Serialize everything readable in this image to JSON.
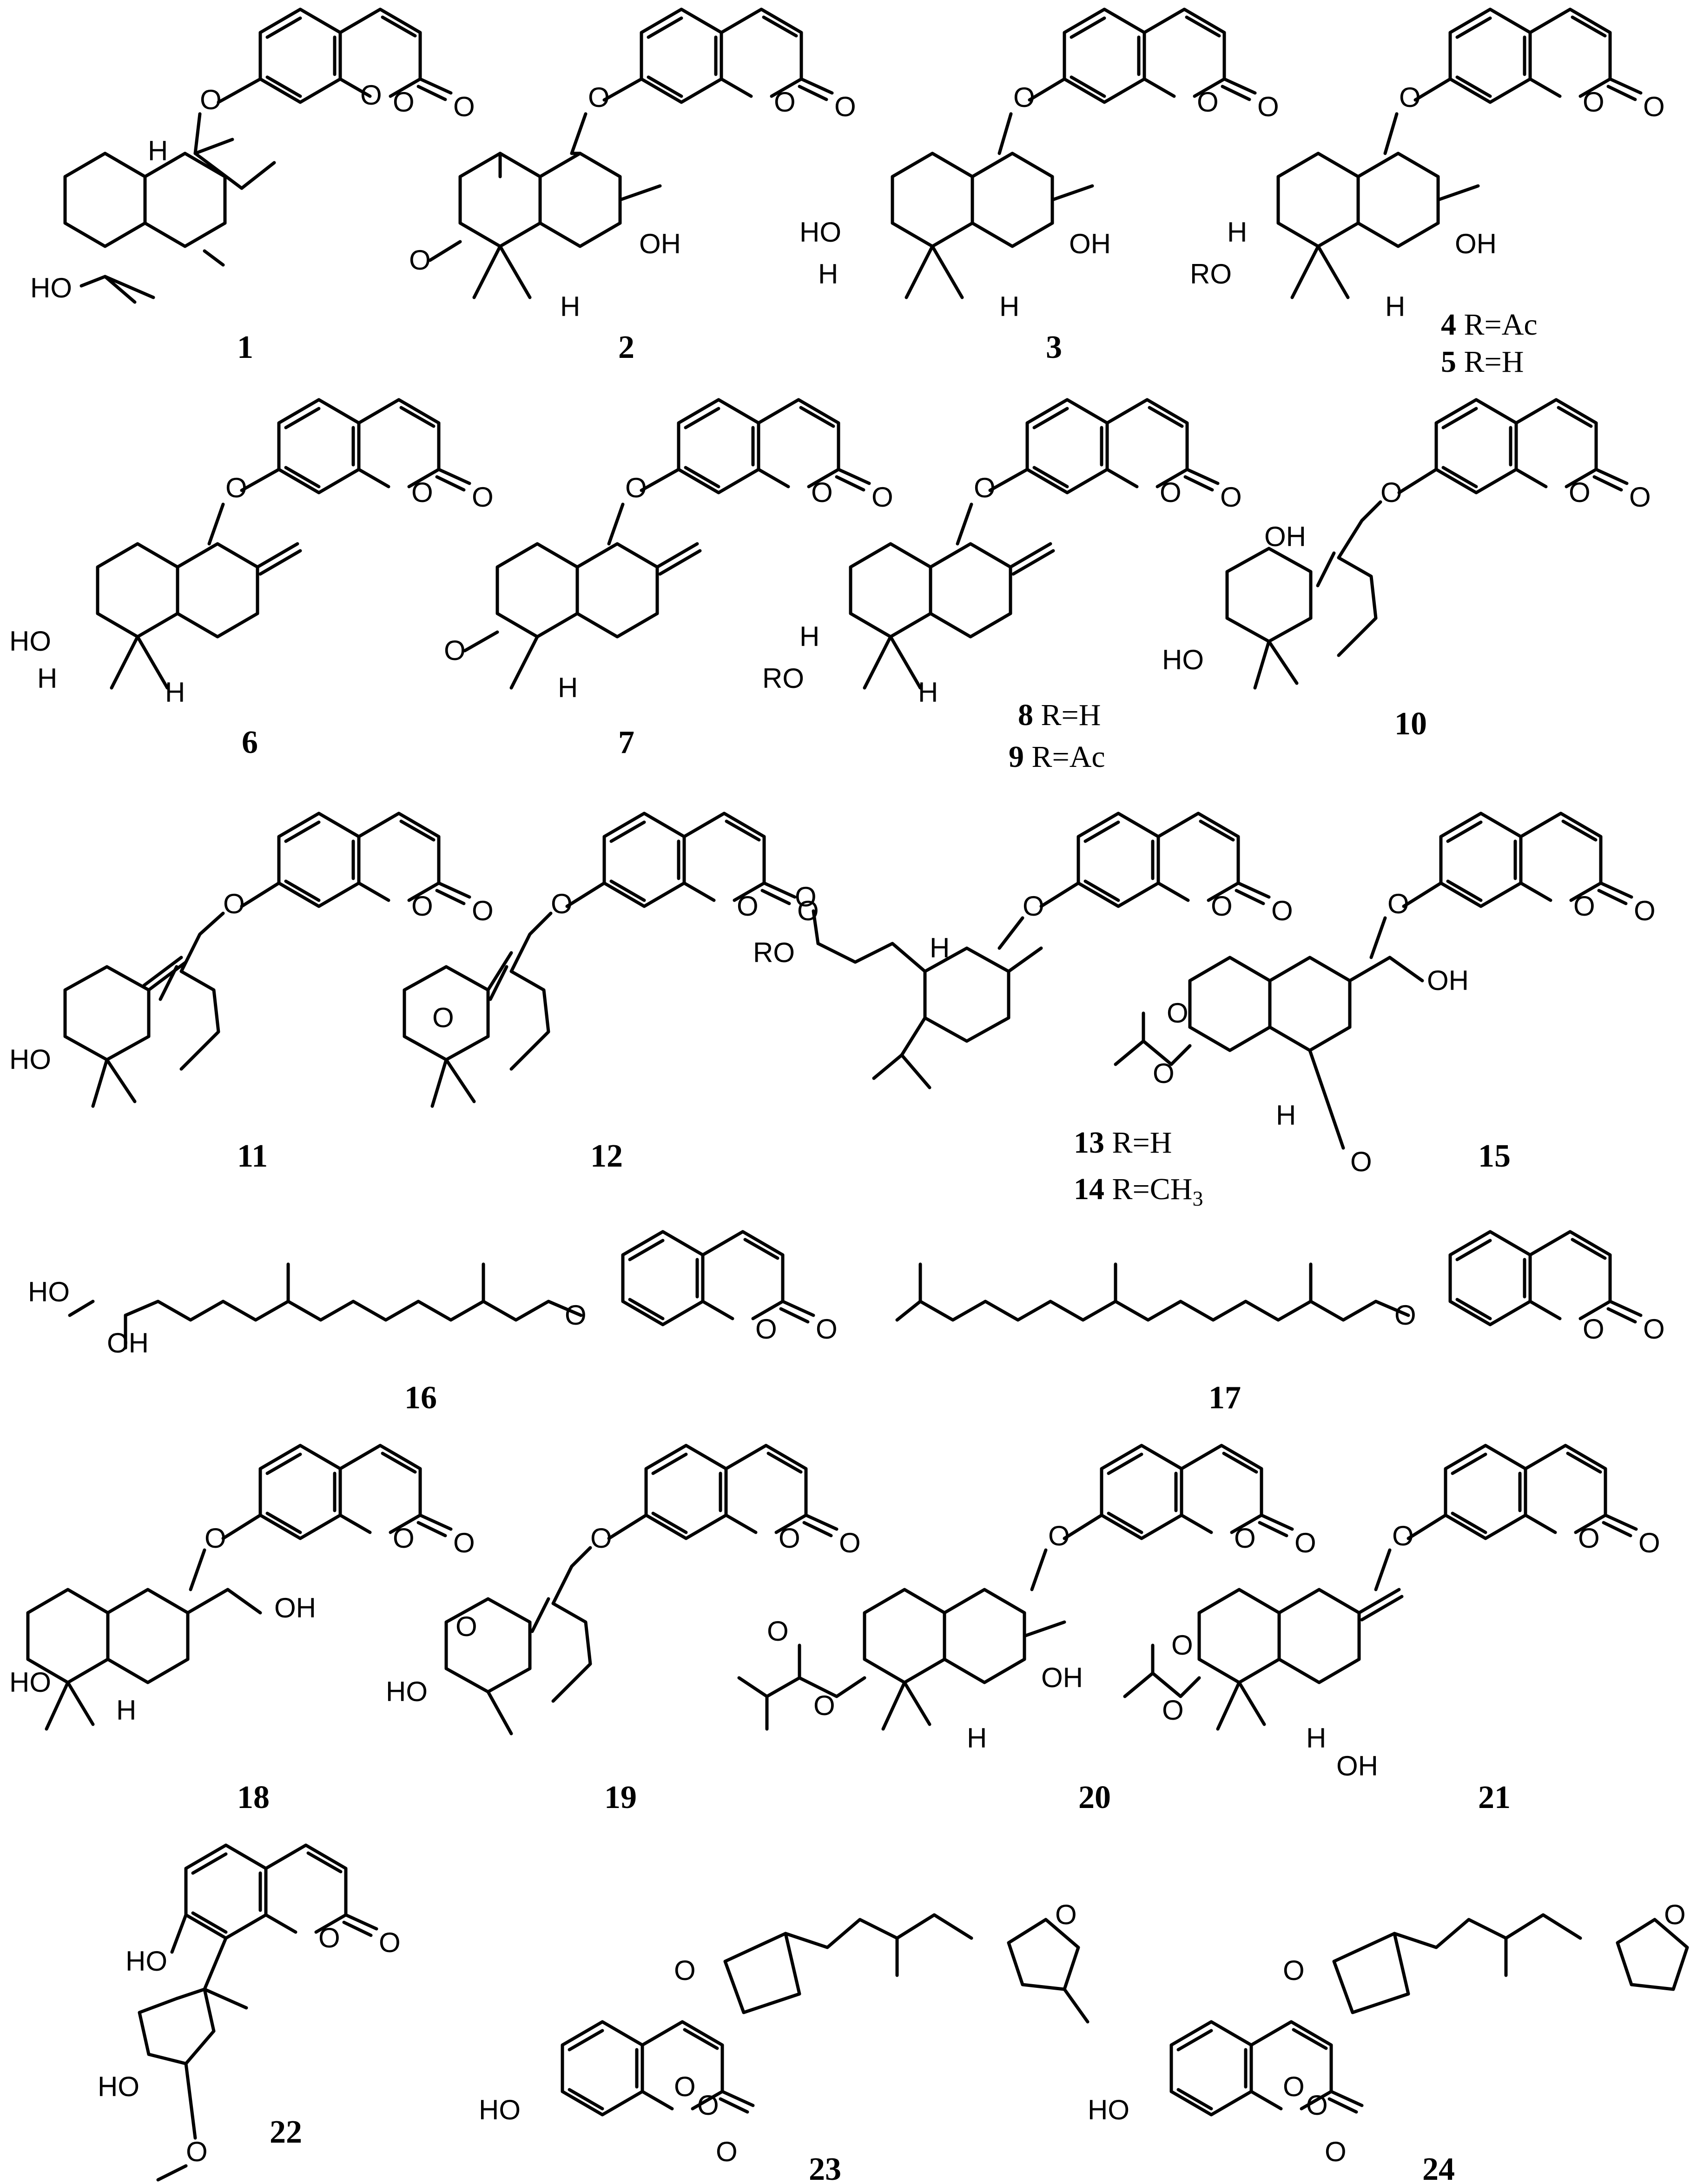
{
  "compound_labels": [
    "1",
    "2",
    "3",
    "4",
    "5",
    "6",
    "7",
    "8",
    "9",
    "10",
    "11",
    "12",
    "13",
    "14",
    "15",
    "16",
    "17",
    "18",
    "19",
    "20",
    "21",
    "22",
    "23",
    "24"
  ],
  "substituent_notes": {
    "cpd4": {
      "num": "4",
      "text": " R=Ac"
    },
    "cpd5": {
      "num": "5",
      "text": " R=H"
    },
    "cpd8": {
      "num": "8",
      "text": " R=H"
    },
    "cpd9": {
      "num": "9",
      "text": " R=Ac"
    },
    "cpd13": {
      "num": "13",
      "text": " R=H"
    },
    "cpd14": {
      "num": "14",
      "text": " R=CH",
      "sub": "3"
    }
  },
  "atom_labels": {
    "O": "O",
    "OH": "OH",
    "HO": "HO",
    "H": "H",
    "RO": "RO",
    "R": "R",
    "methoxy_O": "O"
  }
}
